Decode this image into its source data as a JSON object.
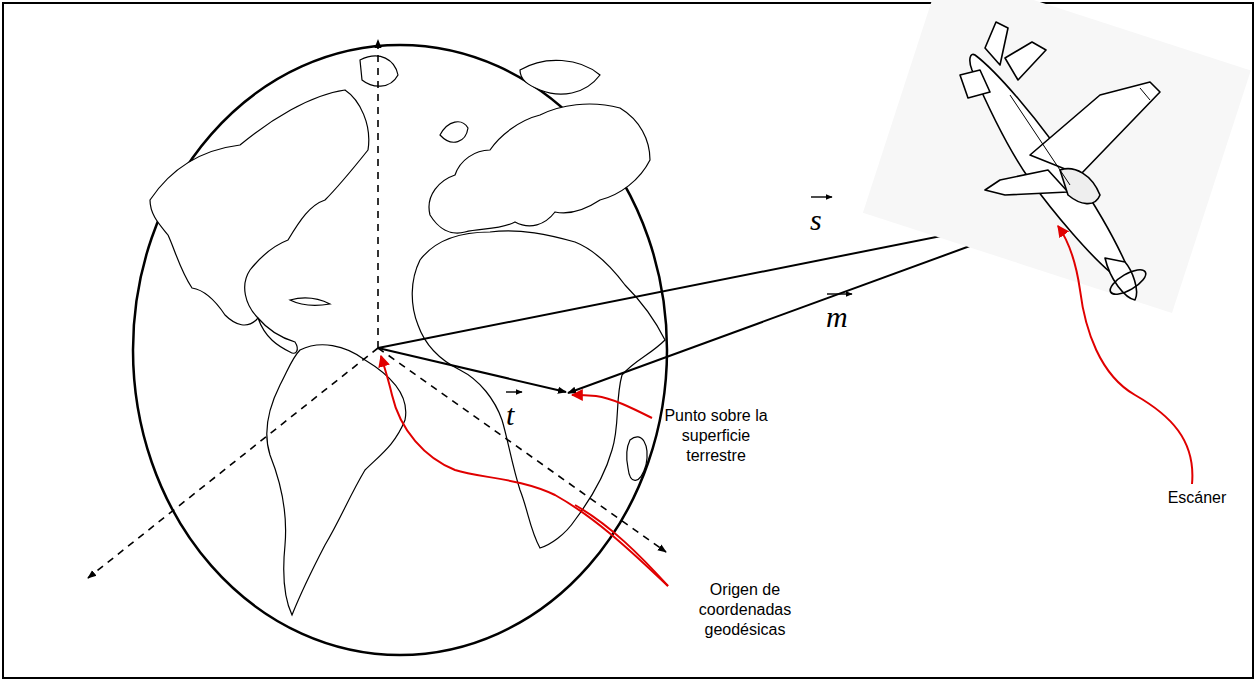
{
  "diagram": {
    "labels": [
      "s",
      "m",
      "t",
      "Escáner",
      "Punto sobre la superficie terrestre",
      "Origen de coordenadas geodésicas"
    ]
  }
}
